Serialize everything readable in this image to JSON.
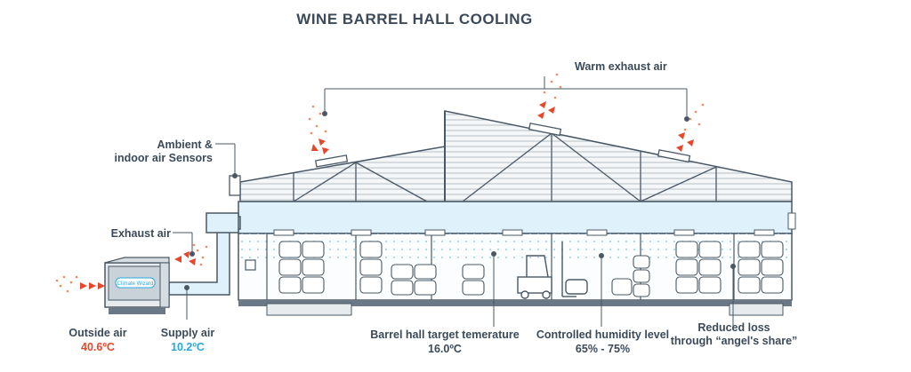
{
  "title": "WINE BARREL HALL COOLING",
  "labels": {
    "warm_exhaust": "Warm exhaust air",
    "sensors_line1": "Ambient &",
    "sensors_line2": "indoor air Sensors",
    "exhaust_air": "Exhaust air",
    "outside_air": "Outside air",
    "outside_temp": "40.6ºC",
    "supply_air": "Supply air",
    "supply_temp": "10.2ºC",
    "target_temp_label": "Barrel hall target temerature",
    "target_temp": "16.0ºC",
    "humidity_label": "Controlled humidity level",
    "humidity_range": "65% - 75%",
    "loss_line1": "Reduced loss",
    "loss_line2": "through “angel's share”",
    "unit_badge": "Climate Wizard"
  },
  "colors": {
    "text": "#3b4a5a",
    "hot": "#e8462a",
    "cool": "#29a8e0",
    "outline": "#4a5866",
    "cool_air": "#dff1fb"
  }
}
